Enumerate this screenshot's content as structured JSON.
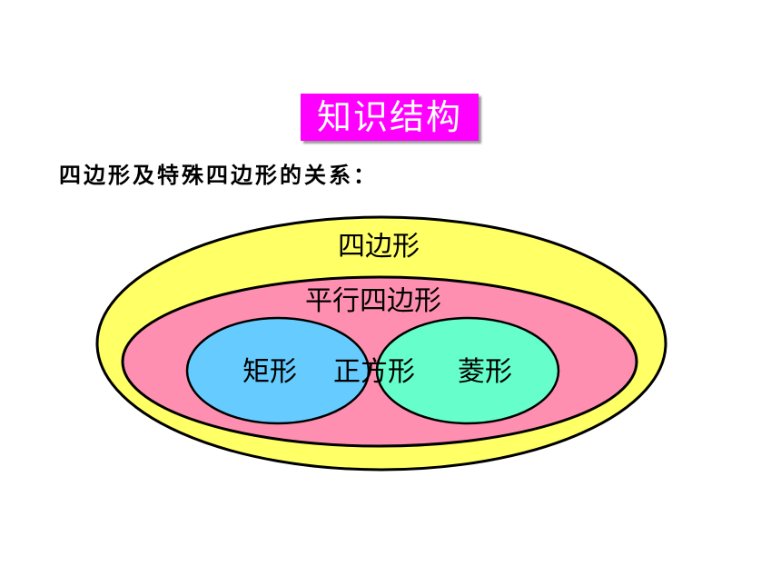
{
  "heading": {
    "title": "知识结构",
    "subtitle": "四边形及特殊四边形的关系："
  },
  "diagram": {
    "sets": [
      {
        "id": "quadrilateral",
        "label": "四边形",
        "color": "#ffff66"
      },
      {
        "id": "parallelogram",
        "label": "平行四边形",
        "color": "#ff8fb0"
      },
      {
        "id": "rectangle",
        "label": "矩形",
        "color": "#66ccff"
      },
      {
        "id": "rhombus",
        "label": "菱形",
        "color": "#66ffcc"
      },
      {
        "id": "square",
        "label": "正方形",
        "color": "#ff3377"
      }
    ]
  }
}
